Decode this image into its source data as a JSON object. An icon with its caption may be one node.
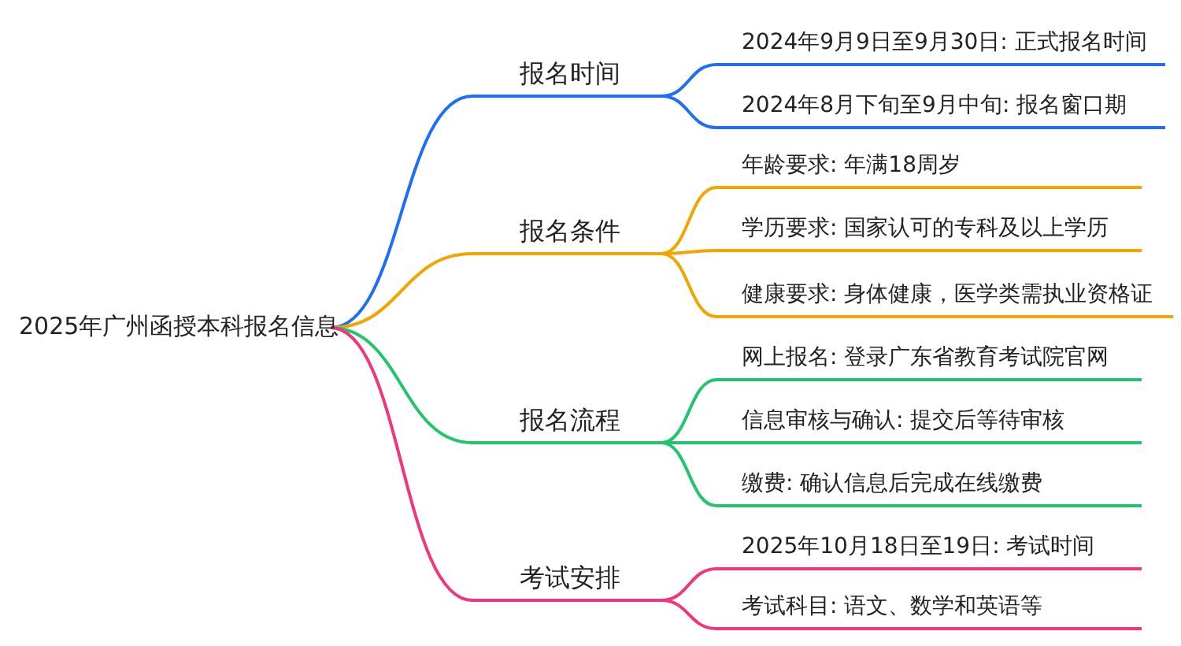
{
  "diagram": {
    "nodes": [
      {
        "text": [
          "2025年广州函授本科报名信息"
        ]
      },
      {
        "text": [
          "报名时间"
        ]
      },
      {
        "text": [
          "2024年9月9日至9月30日: 正式报名时间"
        ]
      },
      {
        "text": [
          "2024年8月下旬至9月中旬: 报名窗口期"
        ]
      },
      {
        "text": [
          "报名条件"
        ]
      },
      {
        "text": [
          "年龄要求: 年满18周岁"
        ]
      },
      {
        "text": [
          "学历要求: 国家认可的专科及以上学历"
        ]
      },
      {
        "text": [
          "健康要求: 身体健康，医学类需执业资格证"
        ]
      },
      {
        "text": [
          "报名流程"
        ]
      },
      {
        "text": [
          "网上报名: 登录广东省教育考试院官网"
        ]
      },
      {
        "text": [
          "信息审核与确认: 提交后等待审核"
        ]
      },
      {
        "text": [
          "缴费: 确认信息后完成在线缴费"
        ]
      },
      {
        "text": [
          "考试安排"
        ]
      },
      {
        "text": [
          "2025年10月18日至19日: 考试时间"
        ]
      },
      {
        "text": [
          "考试科目: 语文、数学和英语等"
        ]
      }
    ],
    "edges": [
      {
        "from": 0,
        "to": 1,
        "arrow": "none",
        "color": "#1e6ff5"
      },
      {
        "from": 1,
        "to": 2,
        "arrow": "none",
        "color": "#1e6ff5"
      },
      {
        "from": 1,
        "to": 3,
        "arrow": "none",
        "color": "#1e6ff5"
      },
      {
        "from": 0,
        "to": 4,
        "arrow": "none",
        "color": "#f2a500"
      },
      {
        "from": 4,
        "to": 5,
        "arrow": "none",
        "color": "#f2a500"
      },
      {
        "from": 4,
        "to": 6,
        "arrow": "none",
        "color": "#f2a500"
      },
      {
        "from": 4,
        "to": 7,
        "arrow": "none",
        "color": "#f2a500"
      },
      {
        "from": 0,
        "to": 8,
        "arrow": "none",
        "color": "#22c46e"
      },
      {
        "from": 8,
        "to": 9,
        "arrow": "none",
        "color": "#22c46e"
      },
      {
        "from": 8,
        "to": 10,
        "arrow": "none",
        "color": "#22c46e"
      },
      {
        "from": 8,
        "to": 11,
        "arrow": "none",
        "color": "#22c46e"
      },
      {
        "from": 0,
        "to": 12,
        "arrow": "none",
        "color": "#f2357c"
      },
      {
        "from": 12,
        "to": 13,
        "arrow": "none",
        "color": "#f2357c"
      },
      {
        "from": 12,
        "to": 14,
        "arrow": "none",
        "color": "#f2357c"
      }
    ]
  }
}
